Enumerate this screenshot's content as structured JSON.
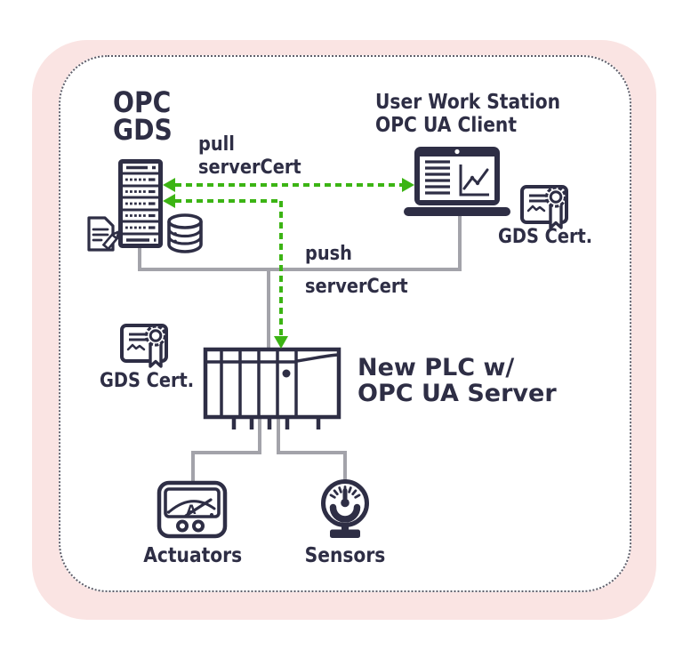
{
  "colors": {
    "card_background": "#fae4e3",
    "ink": "#2e2e45",
    "arrow_green": "#3cb414",
    "connector_gray": "#a3a3aa",
    "panel_border_dots": "#5f5f6b"
  },
  "nodes": {
    "opc_gds": {
      "title_line1": "OPC",
      "title_line2": "GDS",
      "icons": [
        "server-rack-icon",
        "document-pencil-icon",
        "database-icon"
      ]
    },
    "workstation": {
      "title_line1": "User Work Station",
      "title_line2": "OPC UA Client",
      "icon": "laptop-chart-icon"
    },
    "workstation_cert": {
      "label": "GDS Cert.",
      "icon": "certificate-icon"
    },
    "plc_cert": {
      "label": "GDS Cert.",
      "icon": "certificate-icon"
    },
    "plc": {
      "title_line1": "New PLC w/",
      "title_line2": "OPC UA Server",
      "icon": "plc-rack-icon"
    },
    "actuators": {
      "label": "Actuators",
      "icon": "ammeter-icon"
    },
    "sensors": {
      "label": "Sensors",
      "icon": "pressure-gauge-icon"
    }
  },
  "edges": {
    "pull": {
      "label_line1": "pull",
      "label_line2": "serverCert",
      "style": "green-dashed-double-arrow"
    },
    "push": {
      "label_line1": "push",
      "label_line2": "serverCert",
      "style": "green-dashed-arrow-down"
    }
  }
}
